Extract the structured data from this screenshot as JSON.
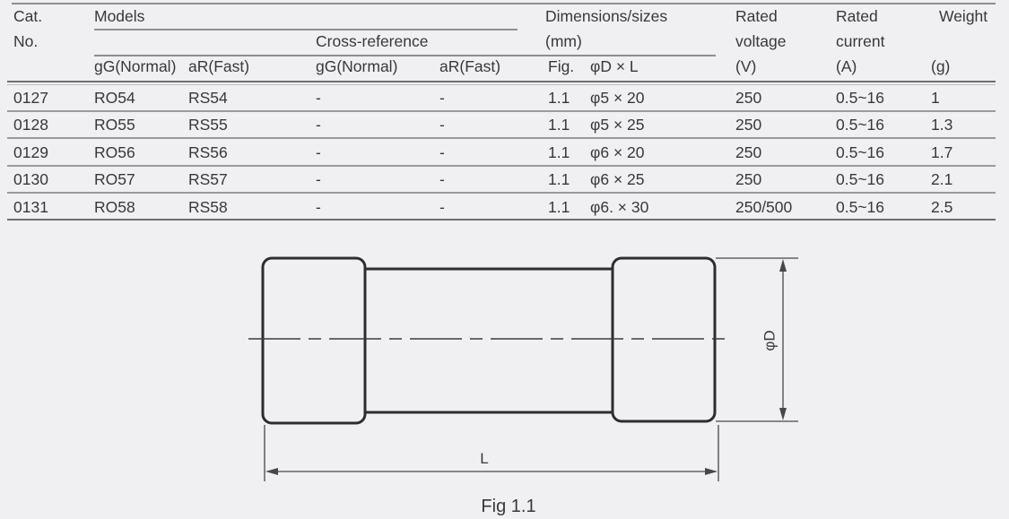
{
  "table": {
    "header": {
      "cat_line1": "Cat.",
      "cat_line2": "No.",
      "models": "Models",
      "cross_reference": "Cross-reference",
      "dimensions_line1": "Dimensions/sizes",
      "dimensions_line2": "(mm)",
      "rated_voltage_line1": "Rated",
      "rated_voltage_line2": "voltage",
      "rated_current_line1": "Rated",
      "rated_current_line2": "current",
      "weight": "Weight",
      "sub": {
        "gg_normal_models": "gG(Normal)",
        "ar_fast_models": "aR(Fast)",
        "gg_normal_xref": "gG(Normal)",
        "ar_fast_xref": "aR(Fast)",
        "fig": "Fig.",
        "dxl": "φD × L",
        "volt_unit": "(V)",
        "curr_unit": "(A)",
        "weight_unit": "(g)"
      }
    },
    "rows": [
      {
        "cat": "0127",
        "gg": "RO54",
        "ar": "RS54",
        "xgg": "-",
        "xar": "-",
        "fig": "1.1",
        "dxl": "φ5 × 20",
        "v": "250",
        "a": "0.5~16",
        "g": "1"
      },
      {
        "cat": "0128",
        "gg": "RO55",
        "ar": "RS55",
        "xgg": "-",
        "xar": "-",
        "fig": "1.1",
        "dxl": "φ5 × 25",
        "v": "250",
        "a": "0.5~16",
        "g": "1.3"
      },
      {
        "cat": "0129",
        "gg": "RO56",
        "ar": "RS56",
        "xgg": "-",
        "xar": "-",
        "fig": "1.1",
        "dxl": "φ6 × 20",
        "v": "250",
        "a": "0.5~16",
        "g": "1.7"
      },
      {
        "cat": "0130",
        "gg": "RO57",
        "ar": "RS57",
        "xgg": "-",
        "xar": "-",
        "fig": "1.1",
        "dxl": "φ6 × 25",
        "v": "250",
        "a": "0.5~16",
        "g": "2.1"
      },
      {
        "cat": "0131",
        "gg": "RO58",
        "ar": "RS58",
        "xgg": "-",
        "xar": "-",
        "fig": "1.1",
        "dxl": "φ6. × 30",
        "v": "250/500",
        "a": "0.5~16",
        "g": "2.5"
      }
    ]
  },
  "diagram": {
    "dim_diameter_label": "φD",
    "dim_length_label": "L",
    "caption": "Fig 1.1"
  },
  "colors": {
    "background": "#f0f0f2",
    "text": "#38383b",
    "rule_dark": "#6e6e73",
    "rule_light": "#9a9a9f",
    "drawing_stroke": "#2d2d30"
  }
}
